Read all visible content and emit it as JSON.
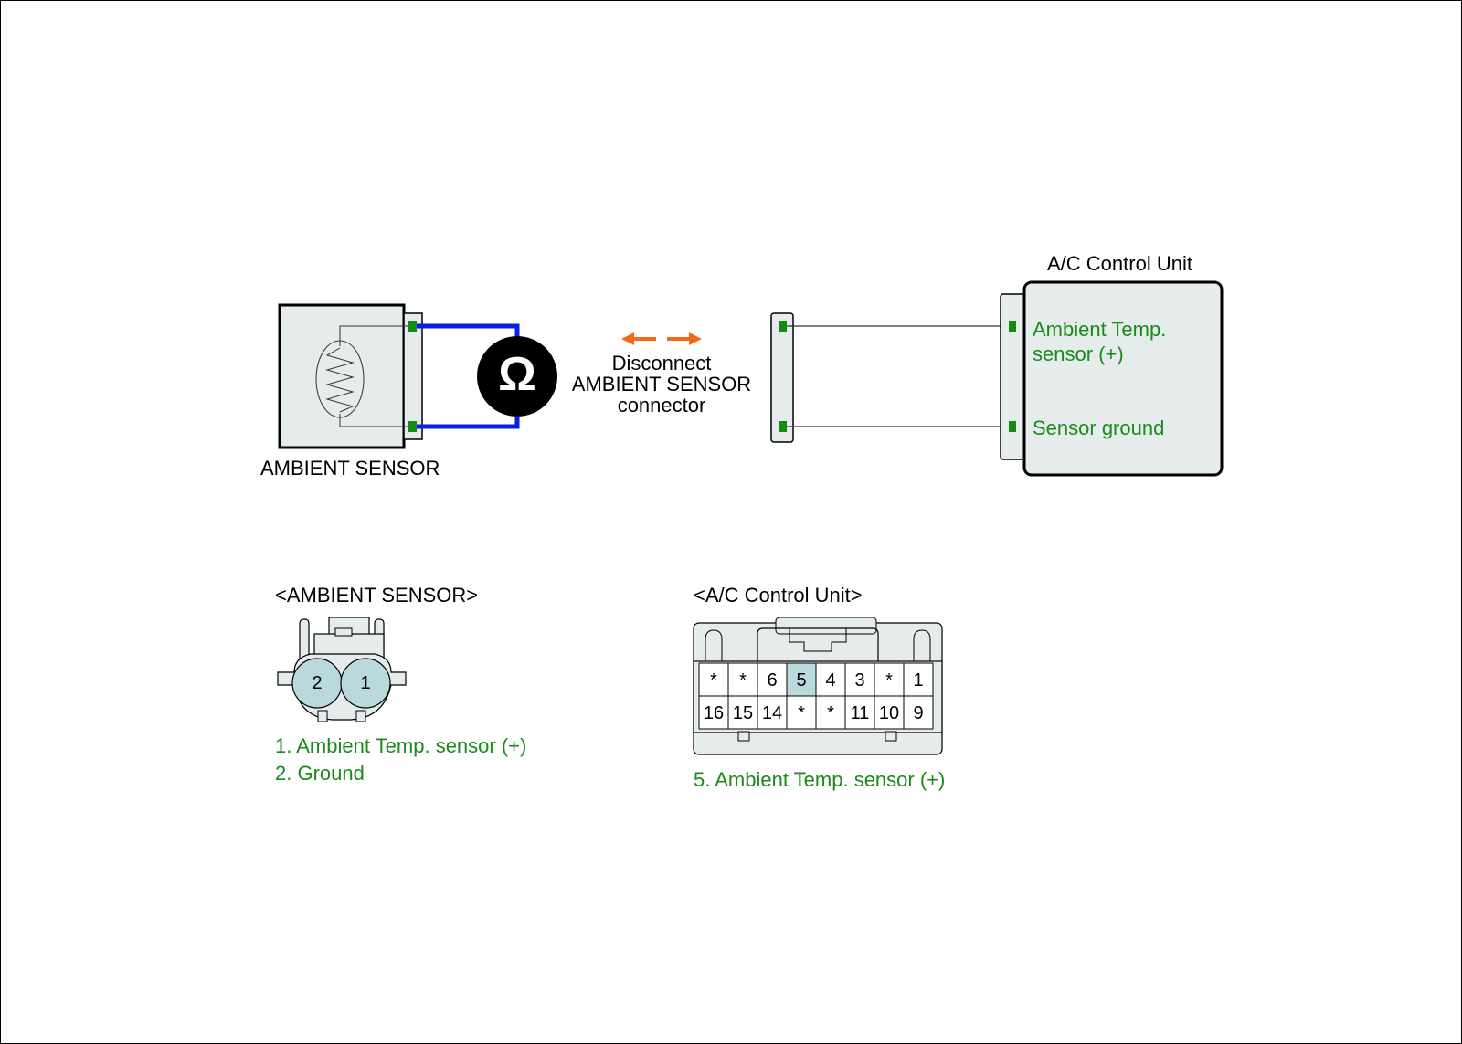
{
  "sensor": {
    "title": "AMBIENT SENSOR"
  },
  "meter": {
    "symbol": "Ω",
    "symbol_icon": "ohmmeter-icon"
  },
  "instruction": {
    "line1": "Disconnect",
    "line2": "AMBIENT SENSOR",
    "line3": "connector"
  },
  "control_unit": {
    "title": "A/C Control Unit",
    "terminal_1": "Ambient Temp.",
    "terminal_1b": "sensor (+)",
    "terminal_2": "Sensor ground"
  },
  "sensor_connector": {
    "title": "<AMBIENT SENSOR>",
    "pins": [
      "2",
      "1"
    ],
    "legend": [
      "1. Ambient Temp. sensor (+)",
      "2. Ground"
    ]
  },
  "ac_connector": {
    "title": "<A/C Control Unit>",
    "row1": [
      "*",
      "*",
      "6",
      "5",
      "4",
      "3",
      "*",
      "1"
    ],
    "row2": [
      "16",
      "15",
      "14",
      "*",
      "*",
      "11",
      "10",
      "9"
    ],
    "highlighted_pin": "5",
    "legend": "5. Ambient Temp. sensor (+)"
  },
  "colors": {
    "wire_meter": "#0a1ee6",
    "arrow": "#f06a1a",
    "terminal": "#158a15",
    "label_green": "#1a8a1a",
    "body_fill": "#e6ecec",
    "pin_fill": "#b9d9dd"
  }
}
